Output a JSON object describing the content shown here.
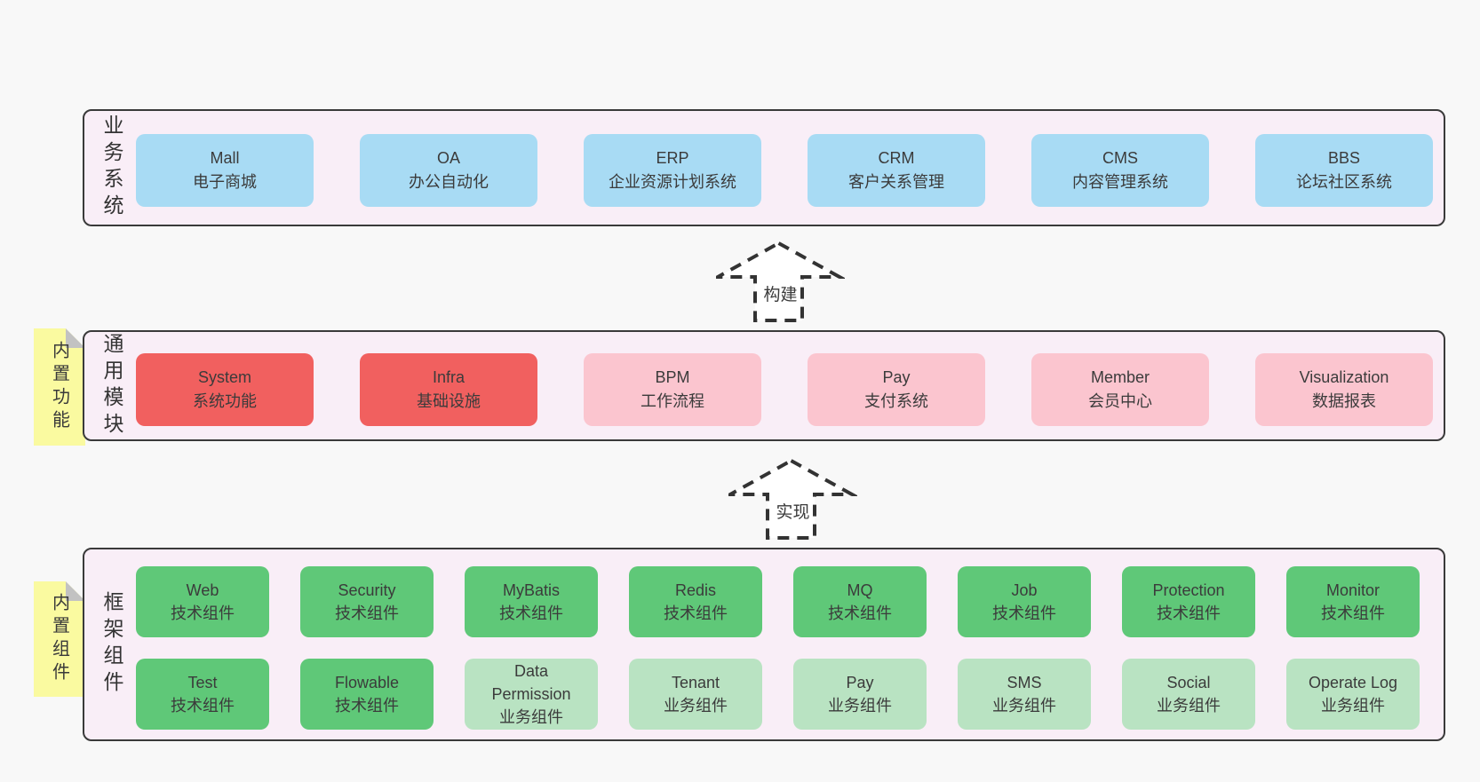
{
  "colors": {
    "page_bg": "#f8f8f8",
    "panel_bg": "#f9eef7",
    "panel_border": "#3a3a3a",
    "blue_box": "#a8dbf4",
    "red_box": "#f1605f",
    "pink_box": "#fbc5cf",
    "green_box": "#5fc878",
    "light_green_box": "#b9e3c2",
    "note_bg": "#fafaa0",
    "note_fold": "#c2c2c2",
    "text": "#3b3b3b",
    "arrow_stroke": "#333333",
    "arrow_fill": "#ffffff"
  },
  "arrows": {
    "build": "构建",
    "implement": "实现"
  },
  "rows": {
    "business": {
      "label": "业务系统",
      "boxes": [
        {
          "title": "Mall",
          "subtitle": "电子商城"
        },
        {
          "title": "OA",
          "subtitle": "办公自动化"
        },
        {
          "title": "ERP",
          "subtitle": "企业资源计划系统"
        },
        {
          "title": "CRM",
          "subtitle": "客户关系管理"
        },
        {
          "title": "CMS",
          "subtitle": "内容管理系统"
        },
        {
          "title": "BBS",
          "subtitle": "论坛社区系统"
        }
      ]
    },
    "modules": {
      "tab": "内置功能",
      "label": "通用模块",
      "boxes": [
        {
          "title": "System",
          "subtitle": "系统功能"
        },
        {
          "title": "Infra",
          "subtitle": "基础设施"
        },
        {
          "title": "BPM",
          "subtitle": "工作流程"
        },
        {
          "title": "Pay",
          "subtitle": "支付系统"
        },
        {
          "title": "Member",
          "subtitle": "会员中心"
        },
        {
          "title": "Visualization",
          "subtitle": "数据报表"
        }
      ]
    },
    "components": {
      "tab": "内置组件",
      "label": "框架组件",
      "tech": [
        {
          "title": "Web",
          "subtitle": "技术组件"
        },
        {
          "title": "Security",
          "subtitle": "技术组件"
        },
        {
          "title": "MyBatis",
          "subtitle": "技术组件"
        },
        {
          "title": "Redis",
          "subtitle": "技术组件"
        },
        {
          "title": "MQ",
          "subtitle": "技术组件"
        },
        {
          "title": "Job",
          "subtitle": "技术组件"
        },
        {
          "title": "Protection",
          "subtitle": "技术组件"
        },
        {
          "title": "Monitor",
          "subtitle": "技术组件"
        }
      ],
      "biz": [
        {
          "title": "Test",
          "subtitle": "技术组件"
        },
        {
          "title": "Flowable",
          "subtitle": "技术组件"
        },
        {
          "title": "Data Permission",
          "subtitle": "业务组件"
        },
        {
          "title": "Tenant",
          "subtitle": "业务组件"
        },
        {
          "title": "Pay",
          "subtitle": "业务组件"
        },
        {
          "title": "SMS",
          "subtitle": "业务组件"
        },
        {
          "title": "Social",
          "subtitle": "业务组件"
        },
        {
          "title": "Operate Log",
          "subtitle": "业务组件"
        }
      ]
    }
  }
}
